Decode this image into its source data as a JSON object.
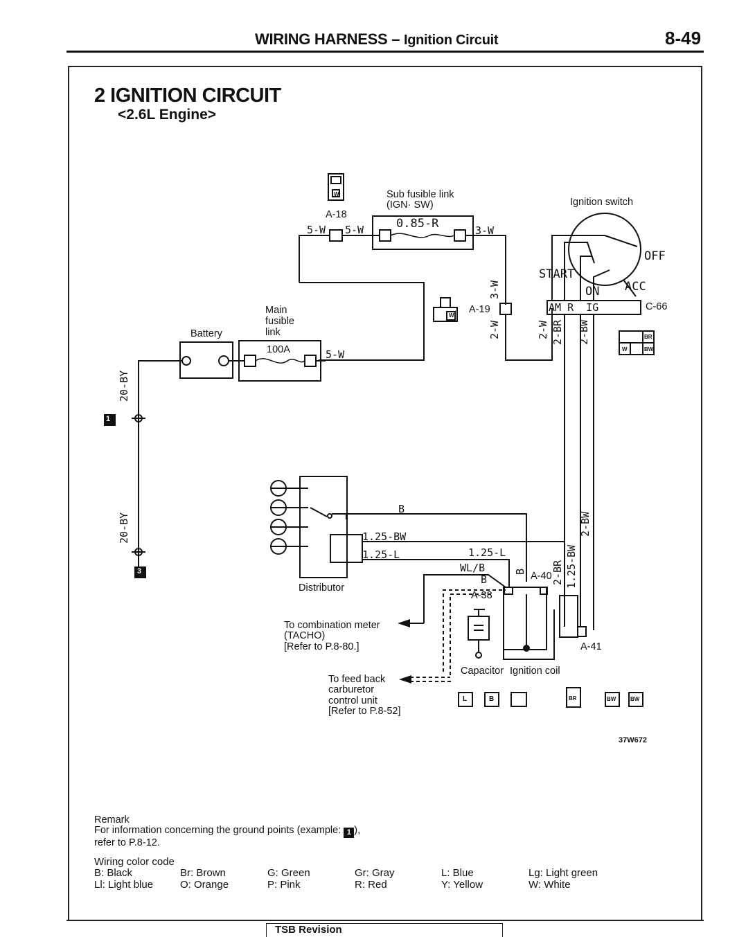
{
  "header": {
    "title_main": "WIRING HARNESS",
    "title_dash": "–",
    "title_sub": "Ignition Circuit",
    "page_number": "8-49"
  },
  "section": {
    "title": "2 IGNITION CIRCUIT",
    "subtitle": "<2.6L Engine>"
  },
  "diagram": {
    "connectors": {
      "a18": "A-18",
      "a19": "A-19",
      "c66": "C-66",
      "a38": "A-38",
      "a40": "A-40",
      "a41": "A-41"
    },
    "components": {
      "sub_fusible_link_1": "Sub fusible link",
      "sub_fusible_link_2": "(IGN· SW)",
      "ignition_switch": "Ignition switch",
      "main_fusible_1": "Main",
      "main_fusible_2": "fusible",
      "main_fusible_3": "link",
      "battery": "Battery",
      "main_fuse_rating": "100A",
      "distributor": "Distributor",
      "capacitor": "Capacitor",
      "ignition_coil": "Ignition coil"
    },
    "switch_positions": {
      "off": "OFF",
      "start": "START",
      "on": "ON",
      "acc": "ACC",
      "terminals": "AM R  IG"
    },
    "wires": {
      "w5_a": "5-W",
      "w5_b": "5-W",
      "w5_c": "5-W",
      "sub_fuse_value": "0.85-R",
      "w3_a": "3-W",
      "w3_b": "3-W",
      "w2_a": "2-W",
      "w2_b": "2-W",
      "br2_a": "2-BR",
      "bw2_a": "2-BW",
      "bw2_b": "2-BW",
      "br2_b": "2-BR",
      "bw125_v": "1.25-BW",
      "by20_a": "20-BY",
      "by20_b": "20-BY",
      "b_main": "B",
      "bw125": "1.25-BW",
      "l125_a": "1.25-L",
      "l125_b": "1.25-L",
      "wlb": "WL/B",
      "b_small": "B",
      "b_vert": "B"
    },
    "notes": {
      "tacho_1": "To combination meter",
      "tacho_2": "(TACHO)",
      "tacho_3": "[Refer to P.8-80.]",
      "feed_1": "To feed back",
      "feed_2": "carburetor",
      "feed_3": "control unit",
      "feed_4": "[Refer to P.8-52]"
    },
    "ground_1": "1",
    "ground_3": "3",
    "figure_code": "37W672",
    "connector_codes": {
      "w": "W",
      "br": "BR",
      "bw": "BW",
      "l": "L",
      "b": "B"
    }
  },
  "remark": {
    "title": "Remark",
    "line1_pre": "For information concerning the ground points (example: ",
    "example": "1",
    "line1_post": "),",
    "line2": "refer to P.8-12."
  },
  "legend": {
    "title": "Wiring color code",
    "row1": [
      "B: Black",
      "Br: Brown",
      "G: Green",
      "Gr: Gray",
      "L: Blue",
      "Lg: Light green"
    ],
    "row2": [
      "Ll: Light blue",
      "O: Orange",
      "P: Pink",
      "R: Red",
      "Y: Yellow",
      "W: White"
    ]
  },
  "footer": {
    "tsb": "TSB Revision"
  }
}
